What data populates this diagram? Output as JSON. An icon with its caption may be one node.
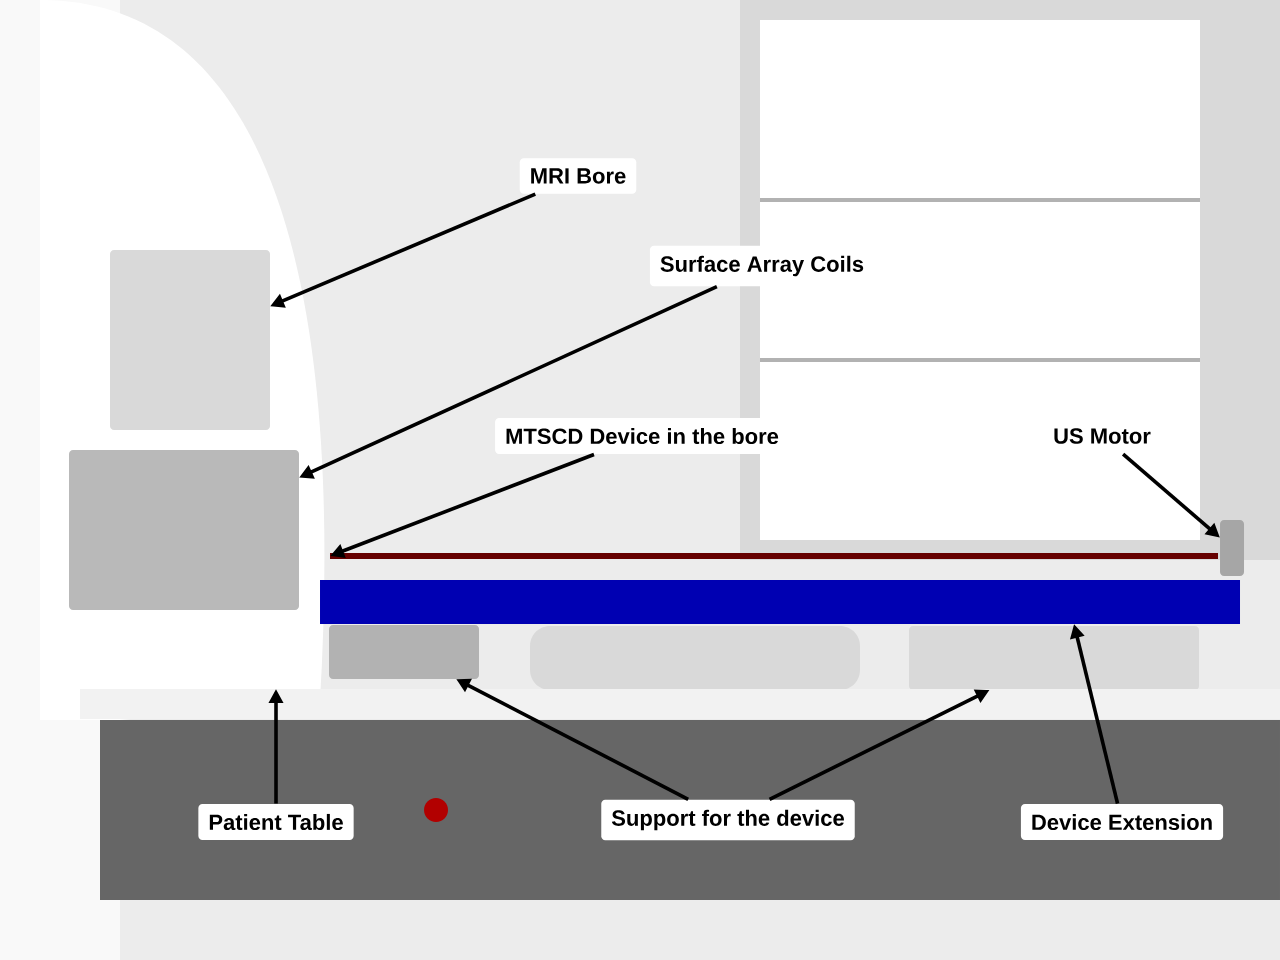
{
  "diagram": {
    "nodes": [
      {
        "text": [
          "MRI Bore"
        ]
      },
      {
        "text": [
          "Surface Array Coils"
        ]
      },
      {
        "text": [
          "MTSCD Device in the bore"
        ]
      },
      {
        "text": [
          "US Motor"
        ]
      },
      {
        "text": [
          "Patient Table"
        ]
      },
      {
        "text": [
          "Support for the device"
        ]
      },
      {
        "text": [
          "Device Extension"
        ]
      },
      {
        "text": [],
        "shape": "box"
      },
      {
        "text": [],
        "shape": "box"
      },
      {
        "text": [],
        "shape": "bar"
      },
      {
        "text": [],
        "shape": "box"
      },
      {
        "text": [],
        "shape": "bar"
      },
      {
        "text": [],
        "shape": "box"
      },
      {
        "text": [],
        "shape": "box"
      },
      {
        "text": [],
        "shape": "bar"
      }
    ],
    "edges": [
      {
        "from": 0,
        "to": 7,
        "arrow": "to"
      },
      {
        "from": 1,
        "to": 8,
        "arrow": "to"
      },
      {
        "from": 2,
        "to": 9,
        "arrow": "to"
      },
      {
        "from": 3,
        "to": 10,
        "arrow": "to"
      },
      {
        "from": 4,
        "to": 14,
        "arrow": "to"
      },
      {
        "from": 5,
        "to": 12,
        "arrow": "to"
      },
      {
        "from": 5,
        "to": 13,
        "arrow": "to"
      },
      {
        "from": 6,
        "to": 11,
        "arrow": "to"
      }
    ]
  }
}
